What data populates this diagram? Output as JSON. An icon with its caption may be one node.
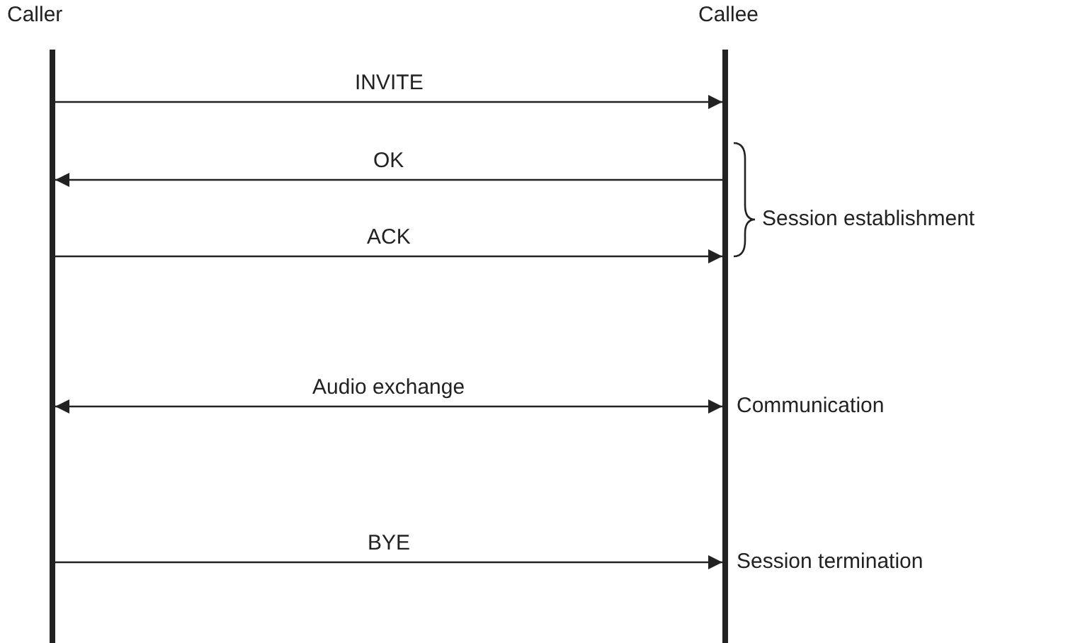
{
  "diagram": {
    "nodes": [
      {
        "text": [
          "Caller"
        ]
      },
      {
        "text": [
          "Callee"
        ]
      }
    ],
    "edges": [
      {
        "from": 0,
        "to": 1,
        "arrow": "to",
        "label": "INVITE"
      },
      {
        "from": 1,
        "to": 0,
        "arrow": "to",
        "label": "OK"
      },
      {
        "from": 0,
        "to": 1,
        "arrow": "to",
        "label": "ACK"
      },
      {
        "from": 0,
        "to": 1,
        "arrow": "both",
        "label": "Audio exchange"
      },
      {
        "from": 0,
        "to": 1,
        "arrow": "to",
        "label": "BYE"
      }
    ],
    "labels": [
      "Session establishment",
      "Communication",
      "Session termination"
    ]
  }
}
